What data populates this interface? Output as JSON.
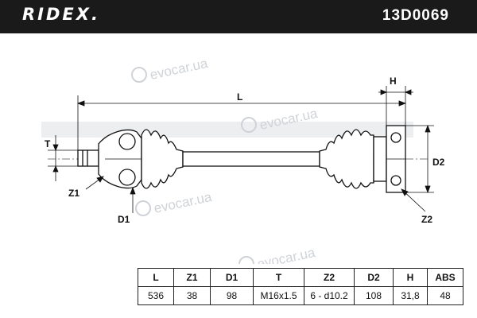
{
  "header": {
    "brand": "RIDEX.",
    "part_number": "13D0069"
  },
  "watermark": {
    "text": "evocar.ua"
  },
  "drawing": {
    "labels": {
      "L": "L",
      "H": "H",
      "T": "T",
      "D2": "D2",
      "Z1": "Z1",
      "D1": "D1",
      "Z2": "Z2"
    }
  },
  "specs": {
    "columns": [
      "L",
      "Z1",
      "D1",
      "T",
      "Z2",
      "D2",
      "H",
      "ABS"
    ],
    "values": [
      "536",
      "38",
      "98",
      "M16x1.5",
      "6 - d10.2",
      "108",
      "31,8",
      "48"
    ]
  }
}
